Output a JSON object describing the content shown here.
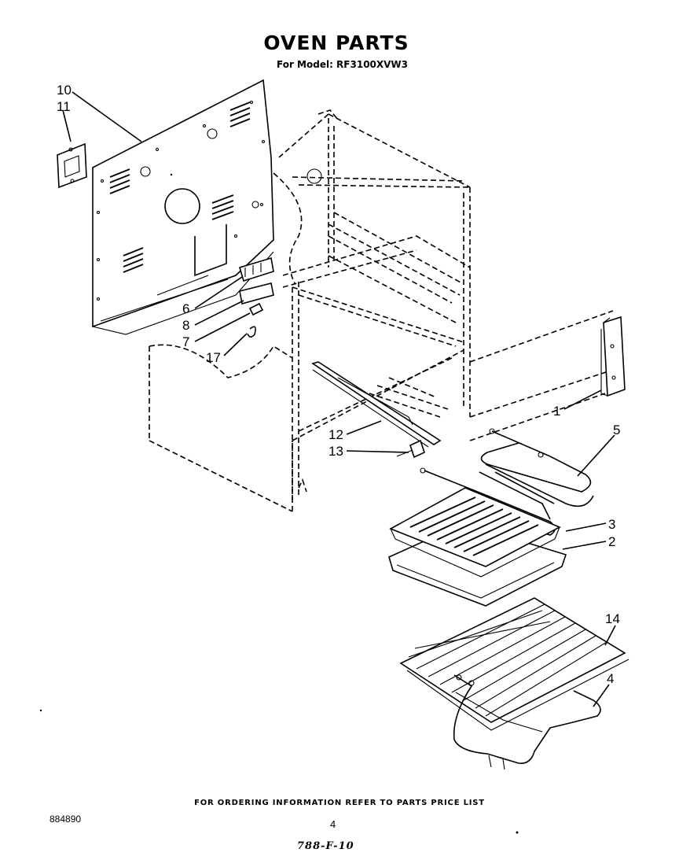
{
  "header": {
    "title": "OVEN PARTS",
    "subtitle": "For Model: RF3100XVW3"
  },
  "footer": {
    "ordering_note": "FOR ORDERING INFORMATION REFER TO PARTS PRICE LIST",
    "document_number": "884890",
    "page_number": "4",
    "handwritten_code": "788-F-10"
  },
  "callouts": [
    {
      "id": "10",
      "label": "10"
    },
    {
      "id": "11",
      "label": "11"
    },
    {
      "id": "6",
      "label": "6"
    },
    {
      "id": "8",
      "label": "8"
    },
    {
      "id": "7",
      "label": "7"
    },
    {
      "id": "17",
      "label": "17"
    },
    {
      "id": "12",
      "label": "12"
    },
    {
      "id": "13",
      "label": "13"
    },
    {
      "id": "1",
      "label": "1"
    },
    {
      "id": "5",
      "label": "5"
    },
    {
      "id": "3",
      "label": "3"
    },
    {
      "id": "2",
      "label": "2"
    },
    {
      "id": "14",
      "label": "14"
    },
    {
      "id": "4",
      "label": "4"
    }
  ]
}
